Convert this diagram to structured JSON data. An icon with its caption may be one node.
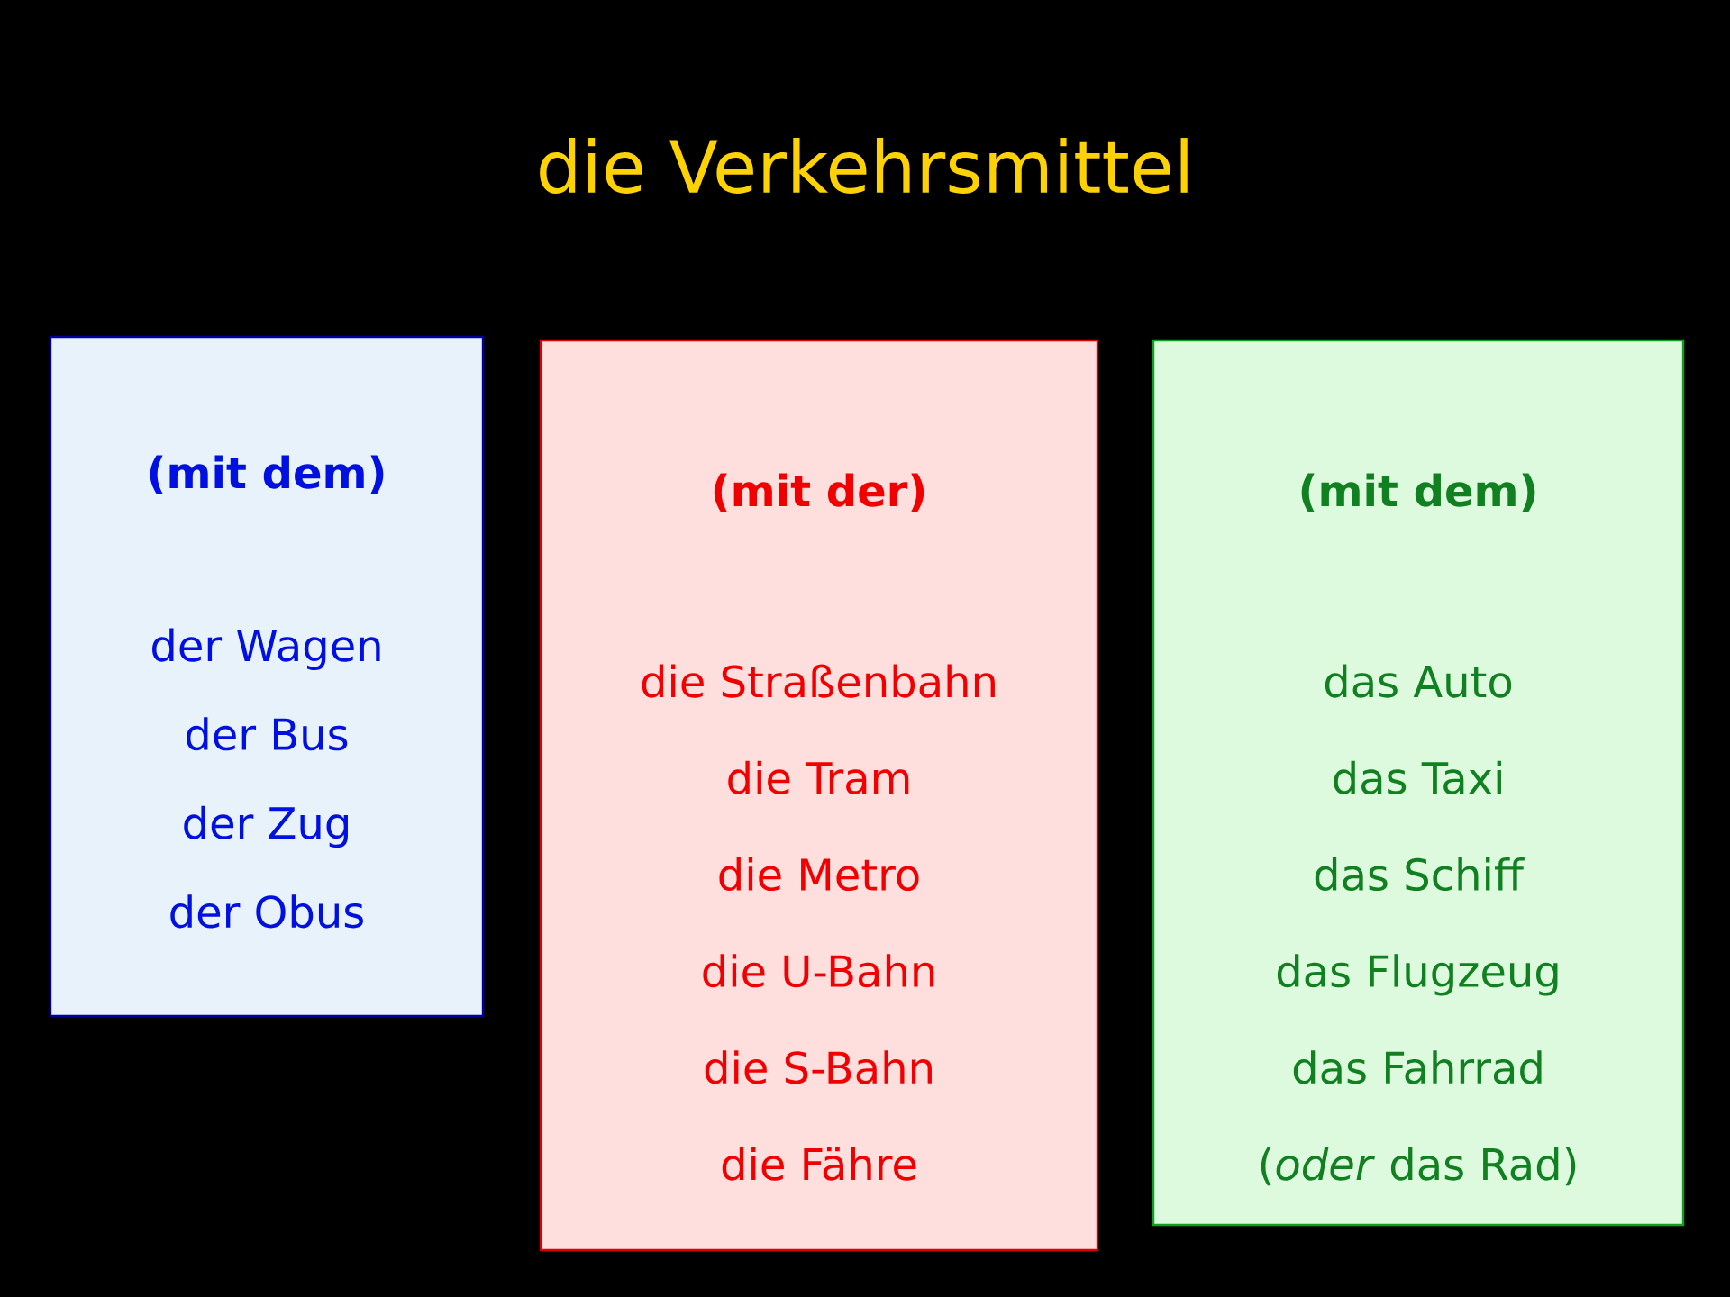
{
  "diagram": {
    "title": "die Verkehrsmittel",
    "nodes": [
      {
        "text": [
          "(mit dem)",
          "der Wagen",
          "der Bus",
          "der Zug",
          "der Obus"
        ]
      },
      {
        "text": [
          "(mit der)",
          "die Straßenbahn",
          "die Tram",
          "die Metro",
          "die U-Bahn",
          "die S-Bahn",
          "die Fähre"
        ]
      },
      {
        "text": [
          "(mit dem)",
          "das Auto",
          "das Taxi",
          "das Schiff",
          "das Flugzeug",
          "das Fahrrad",
          "(*oder* das Rad)"
        ]
      }
    ]
  }
}
